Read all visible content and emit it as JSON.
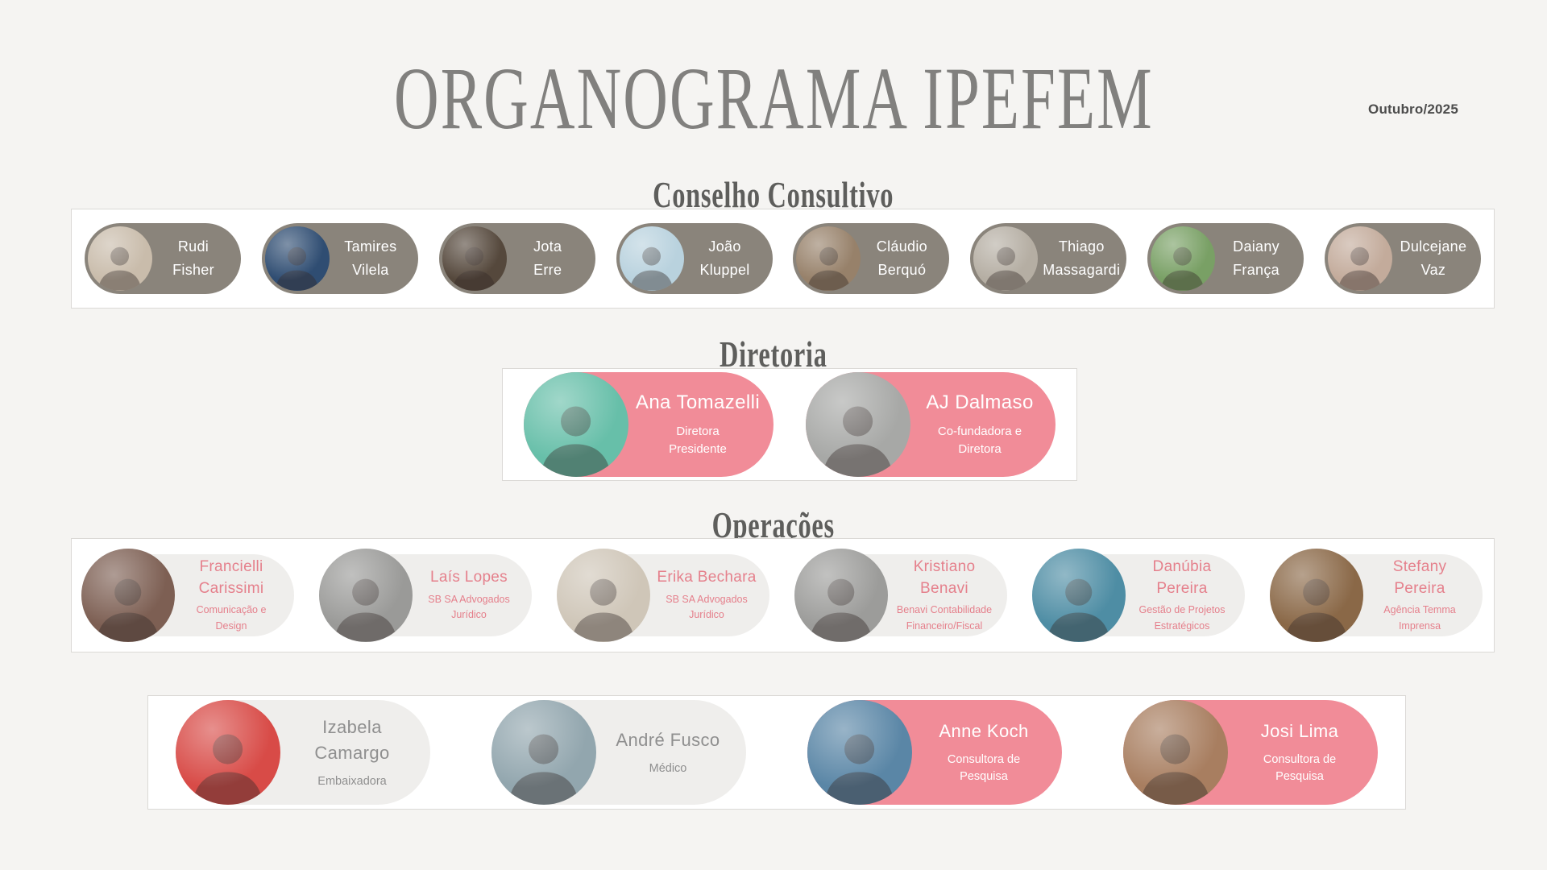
{
  "page": {
    "title": "ORGANOGRAMA IPEFEM",
    "date_label": "Outubro/2025"
  },
  "colors": {
    "page_bg": "#f5f4f2",
    "panel_bg": "#ffffff",
    "panel_border": "#dbd9d6",
    "pill_taupe": "#8a847b",
    "pill_pink": "#f18c98",
    "pill_light": "#efeeec",
    "text_pink": "#e5808c",
    "text_grey": "#8f8f8f",
    "text_white": "#ffffff"
  },
  "sections": {
    "conselho": {
      "heading": "Conselho Consultivo",
      "members": [
        {
          "name": "Rudi\nFisher",
          "avatar_color": "#c9bcab"
        },
        {
          "name": "Tamires\nVilela",
          "avatar_color": "#2f4d72"
        },
        {
          "name": "Jota\nErre",
          "avatar_color": "#55483c"
        },
        {
          "name": "João\nKluppel",
          "avatar_color": "#b9d2de"
        },
        {
          "name": "Cláudio\nBerquó",
          "avatar_color": "#97816a"
        },
        {
          "name": "Thiago\nMassagardi",
          "avatar_color": "#b5aea3"
        },
        {
          "name": "Daiany\nFrança",
          "avatar_color": "#79a065"
        },
        {
          "name": "Dulcejane\nVaz",
          "avatar_color": "#c3ab9b"
        }
      ]
    },
    "diretoria": {
      "heading": "Diretoria",
      "members": [
        {
          "name": "Ana Tomazelli",
          "role": "Diretora\nPresidente",
          "avatar_color": "#67bfa9"
        },
        {
          "name": "AJ Dalmaso",
          "role": "Co-fundadora e\nDiretora",
          "avatar_color": "#a7a8a6"
        }
      ]
    },
    "operacoes": {
      "heading": "Operações",
      "members": [
        {
          "name": "Francielli\nCarissimi",
          "role": "Comunicação e\nDesign",
          "avatar_color": "#7d5f53"
        },
        {
          "name": "Laís Lopes",
          "role": "SB SA Advogados\nJurídico",
          "avatar_color": "#9a9a98"
        },
        {
          "name": "Erika Bechara",
          "role": "SB SA Advogados\nJurídico",
          "avatar_color": "#cfc6b8"
        },
        {
          "name": "Kristiano Benavi",
          "role": "Benavi Contabilidade\nFinanceiro/Fiscal",
          "avatar_color": "#9c9c9a"
        },
        {
          "name": "Danúbia Pereira",
          "role": "Gestão de Projetos\nEstratégicos",
          "avatar_color": "#4e8da4"
        },
        {
          "name": "Stefany Pereira",
          "role": "Agência Temma\nImprensa",
          "avatar_color": "#8a6847"
        }
      ]
    },
    "colaboradores": {
      "members": [
        {
          "name": "Izabela\nCamargo",
          "role": "Embaixadora",
          "variant": "light",
          "avatar_color": "#d84b47"
        },
        {
          "name": "André Fusco",
          "role": "Médico",
          "variant": "light",
          "avatar_color": "#92a6ae"
        },
        {
          "name": "Anne Koch",
          "role": "Consultora de\nPesquisa",
          "variant": "pink",
          "avatar_color": "#5a86a6"
        },
        {
          "name": "Josi Lima",
          "role": "Consultora de\nPesquisa",
          "variant": "pink",
          "avatar_color": "#a87e60"
        }
      ]
    }
  }
}
